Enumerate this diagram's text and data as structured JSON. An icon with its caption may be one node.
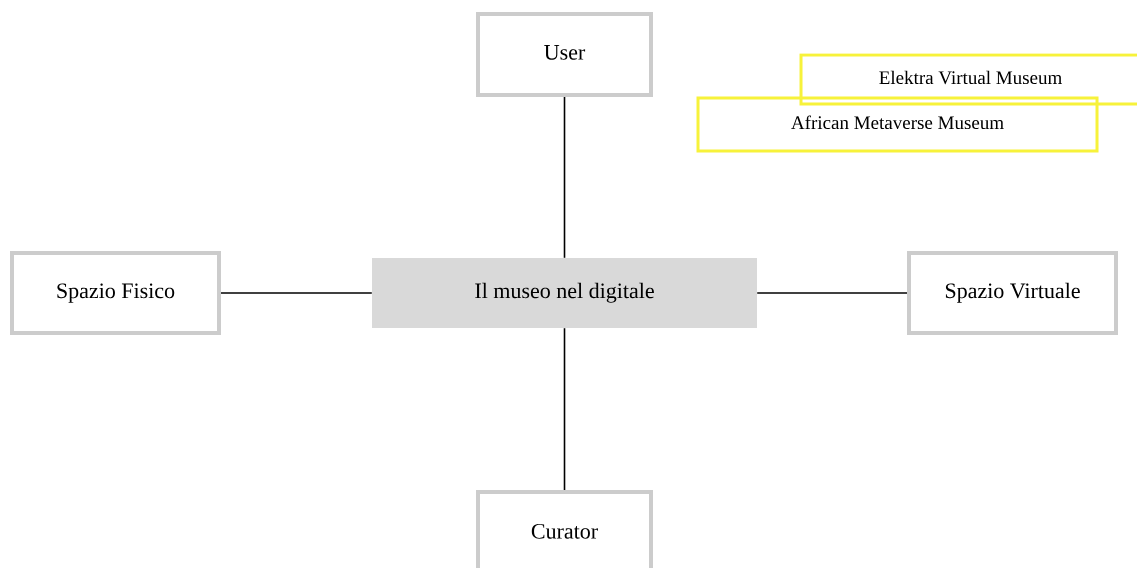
{
  "diagram": {
    "nodes": [
      {
        "text": [
          "Il museo nel digitale"
        ]
      },
      {
        "text": [
          "User"
        ]
      },
      {
        "text": [
          "Spazio Fisico"
        ]
      },
      {
        "text": [
          "Spazio Virtuale"
        ]
      },
      {
        "text": [
          "Curator"
        ]
      },
      {
        "text": [
          "Elektra Virtual Museum"
        ]
      },
      {
        "text": [
          "African Metaverse Museum"
        ]
      }
    ],
    "edges": [
      {
        "from": 0,
        "to": 1,
        "arrow": "none"
      },
      {
        "from": 0,
        "to": 2,
        "arrow": "none"
      },
      {
        "from": 0,
        "to": 3,
        "arrow": "none"
      },
      {
        "from": 0,
        "to": 4,
        "arrow": "none"
      }
    ]
  }
}
